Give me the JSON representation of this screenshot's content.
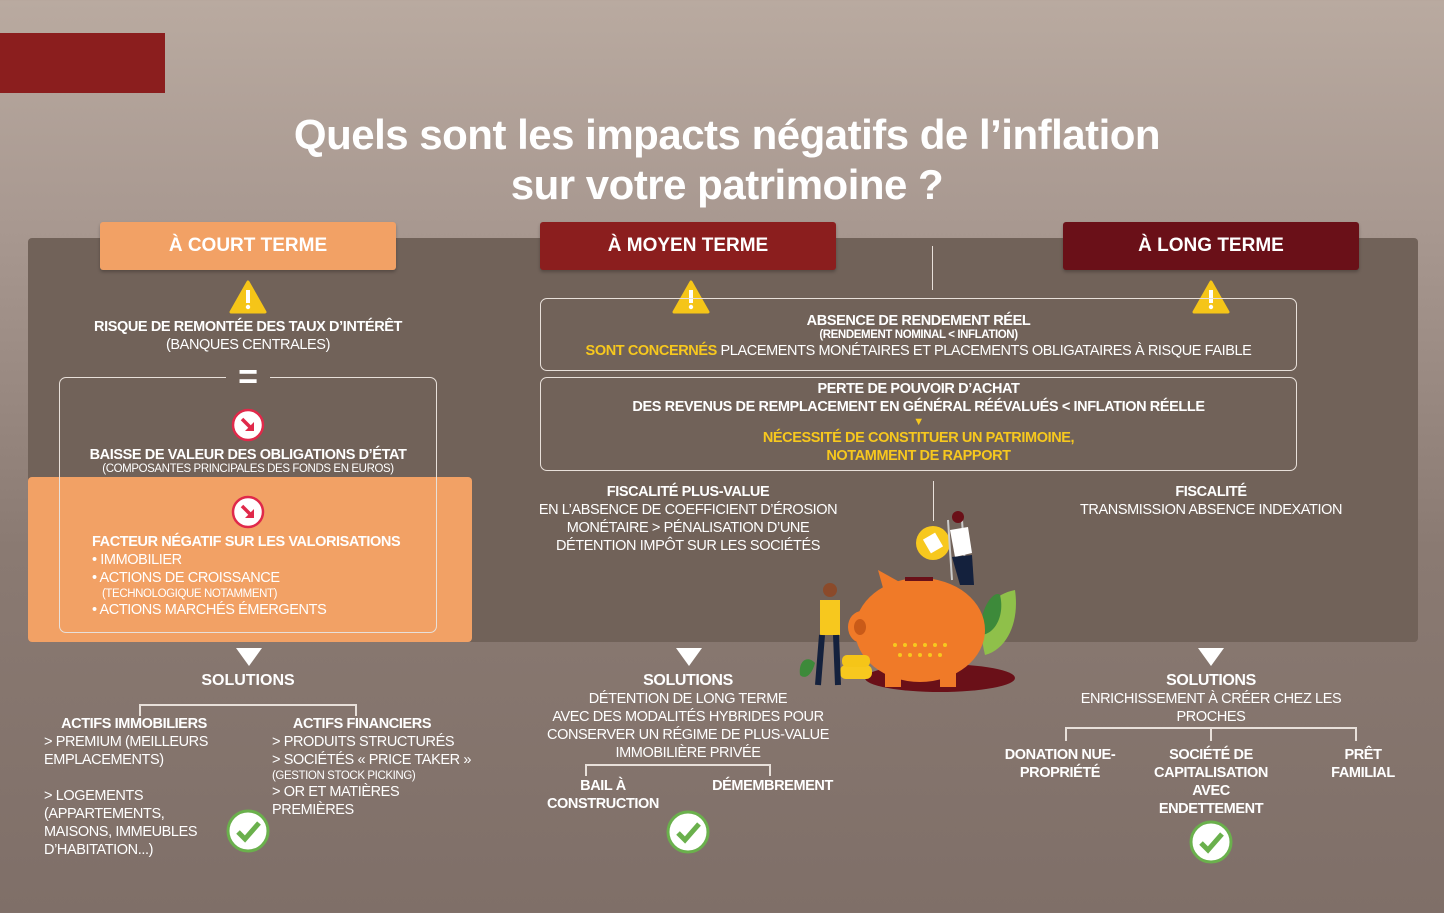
{
  "title": {
    "line1": "Quels sont les impacts négatifs de l’inflation",
    "line2": "sur votre patrimoine ?"
  },
  "headers": {
    "court": "À COURT TERME",
    "moyen": "À MOYEN TERME",
    "long": "À LONG TERME"
  },
  "court": {
    "risk_title": "RISQUE DE REMONTÉE DES TAUX D’INTÉRÊT",
    "risk_sub": "(BANQUES CENTRALES)",
    "equals": "=",
    "baisse_title": "BAISSE DE VALEUR DES OBLIGATIONS D’ÉTAT",
    "baisse_sub": "(COMPOSANTES PRINCIPALES DES FONDS EN EUROS)",
    "facteur_title": "FACTEUR NÉGATIF SUR LES VALORISATIONS",
    "facteur_items": [
      "• IMMOBILIER",
      "• ACTIONS DE CROISSANCE",
      "(TECHNOLOGIQUE NOTAMMENT)",
      "• ACTIONS MARCHÉS ÉMERGENTS"
    ],
    "solutions": "SOLUTIONS",
    "immo_title": "ACTIFS IMMOBILIERS",
    "immo_lines": [
      "> PREMIUM (MEILLEURS",
      "EMPLACEMENTS)",
      "",
      "> LOGEMENTS",
      "(APPARTEMENTS,",
      "MAISONS, IMMEUBLES",
      "D’HABITATION...)"
    ],
    "fin_title": "ACTIFS FINANCIERS",
    "fin_lines": [
      "> PRODUITS STRUCTURÉS",
      "> SOCIÉTÉS « PRICE TAKER »",
      "(GESTION STOCK PICKING)",
      "> OR ET MATIÈRES",
      "PREMIÈRES"
    ]
  },
  "moyen_long": {
    "rendement_title": "ABSENCE DE RENDEMENT RÉEL",
    "rendement_sub": "(RENDEMENT NOMINAL < INFLATION)",
    "concernes_label": "SONT CONCERNÉS",
    "concernes_text": " PLACEMENTS MONÉTAIRES ET PLACEMENTS OBLIGATAIRES À RISQUE FAIBLE",
    "perte_title": "PERTE DE POUVOIR D’ACHAT",
    "perte_sub": "DES REVENUS DE REMPLACEMENT EN GÉNÉRAL RÉÉVALUÉS < INFLATION RÉELLE",
    "necessite_1": "NÉCESSITÉ DE CONSTITUER UN PATRIMOINE,",
    "necessite_2": "NOTAMMENT DE RAPPORT"
  },
  "moyen": {
    "fisc_title": "FISCALITÉ PLUS-VALUE",
    "fisc_lines": [
      "EN L’ABSENCE DE COEFFICIENT D’ÉROSION",
      "MONÉTAIRE > PÉNALISATION D’UNE",
      "DÉTENTION IMPÔT SUR LES SOCIÉTÉS"
    ],
    "solutions": "SOLUTIONS",
    "sol_lines": [
      "DÉTENTION DE LONG TERME",
      "AVEC DES MODALITÉS HYBRIDES POUR",
      "CONSERVER UN RÉGIME DE PLUS-VALUE",
      "IMMOBILIÈRE PRIVÉE"
    ],
    "opt1": "BAIL À CONSTRUCTION",
    "opt2": "DÉMEMBREMENT"
  },
  "long": {
    "fisc_title": "FISCALITÉ",
    "fisc_line": "TRANSMISSION ABSENCE INDEXATION",
    "solutions": "SOLUTIONS",
    "sol_lines": [
      "ENRICHISSEMENT À CRÉER CHEZ LES",
      "PROCHES"
    ],
    "opt1": "DONATION NUE-PROPRIÉTÉ",
    "opt2": "SOCIÉTÉ DE CAPITALISATION AVEC ENDETTEMENT",
    "opt3": "PRÊT FAMILIAL"
  },
  "colors": {
    "court": "#f2a165",
    "moyen": "#8b1e1e",
    "long": "#6a1018",
    "panel": "#716259",
    "accent": "#f7c81e",
    "check": "#6ab04c",
    "down": "#e0294a"
  }
}
